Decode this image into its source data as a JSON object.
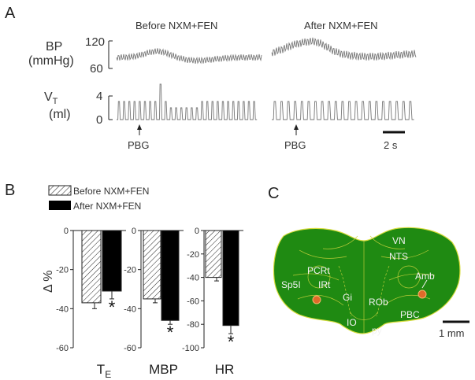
{
  "panel_a": {
    "letter": "A",
    "title_before": "Before NXM+FEN",
    "title_after": "After NXM+FEN",
    "bp_label_line1": "BP",
    "bp_label_line2": "(mmHg)",
    "bp_tick_top": "120",
    "bp_tick_bottom": "60",
    "vt_label_main": "V",
    "vt_label_sub": "T",
    "vt_label_line2": "(ml)",
    "vt_tick_top": "4",
    "vt_tick_bottom": "0",
    "stim_label_1": "PBG",
    "stim_label_2": "PBG",
    "scale_label": "2 s"
  },
  "panel_b": {
    "letter": "B",
    "legend_before": "Before NXM+FEN",
    "legend_after": "After NXM+FEN",
    "ylabel": "Δ %",
    "star": "*"
  },
  "panel_c": {
    "letter": "C",
    "labels": [
      "VN",
      "NTS",
      "PCRt",
      "IRt",
      "Sp5I",
      "Amb",
      "Gi",
      "ROb",
      "IO",
      "PBC",
      "py"
    ],
    "scale_label": "1 mm"
  },
  "chart_data": [
    {
      "type": "bar",
      "title": "",
      "categories": [
        "T"
      ],
      "category_subscript": "E",
      "series": [
        {
          "name": "Before NXM+FEN",
          "values": [
            -37
          ],
          "error": [
            3
          ]
        },
        {
          "name": "After NXM+FEN",
          "values": [
            -31
          ],
          "error": [
            4
          ]
        }
      ],
      "ylim": [
        -60,
        0
      ],
      "yticks": [
        "0",
        "-20",
        "-40",
        "-60"
      ],
      "significance": [
        "",
        "*"
      ]
    },
    {
      "type": "bar",
      "title": "",
      "categories": [
        "MBP"
      ],
      "series": [
        {
          "name": "Before NXM+FEN",
          "values": [
            -35
          ],
          "error": [
            2
          ]
        },
        {
          "name": "After NXM+FEN",
          "values": [
            -46
          ],
          "error": [
            2
          ]
        }
      ],
      "ylim": [
        -60,
        0
      ],
      "yticks": [
        "0",
        "-20",
        "-40",
        "-60"
      ],
      "significance": [
        "",
        "*"
      ]
    },
    {
      "type": "bar",
      "title": "",
      "categories": [
        "HR"
      ],
      "series": [
        {
          "name": "Before NXM+FEN",
          "values": [
            -40
          ],
          "error": [
            3
          ]
        },
        {
          "name": "After NXM+FEN",
          "values": [
            -81
          ],
          "error": [
            7
          ]
        }
      ],
      "ylim": [
        -100,
        0
      ],
      "yticks": [
        "0",
        "-20",
        "-40",
        "-60",
        "-80",
        "-100"
      ],
      "significance": [
        "",
        "*"
      ]
    }
  ]
}
